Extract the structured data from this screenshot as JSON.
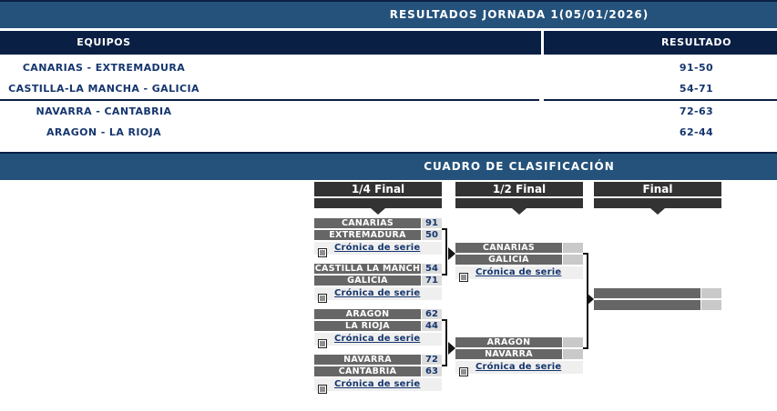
{
  "results": {
    "title": "RESULTADOS JORNADA 1(05/01/2026)",
    "columns": {
      "teams": "EQUIPOS",
      "result": "RESULTADO"
    },
    "rows": [
      {
        "teams": "CANARIAS - EXTREMADURA",
        "score": "91-50"
      },
      {
        "teams": "CASTILLA-LA MANCHA - GALICIA",
        "score": "54-71"
      },
      {
        "teams": "NAVARRA - CANTABRIA",
        "score": "72-63"
      },
      {
        "teams": "ARAGON - LA RIOJA",
        "score": "62-44"
      }
    ]
  },
  "bracket": {
    "title": "CUADRO DE CLASIFICACIÓN",
    "rounds": [
      "1/4 Final",
      "1/2 Final",
      "Final"
    ],
    "link_label": "Crónica de serie",
    "quarterfinals": [
      {
        "home": "CANARIAS",
        "away": "EXTREMADURA",
        "home_score": "91",
        "away_score": "50"
      },
      {
        "home": "CASTILLA LA MANCH",
        "away": "GALICIA",
        "home_score": "54",
        "away_score": "71"
      },
      {
        "home": "ARAGON",
        "away": "LA RIOJA",
        "home_score": "62",
        "away_score": "44"
      },
      {
        "home": "NAVARRA",
        "away": "CANTABRIA",
        "home_score": "72",
        "away_score": "63"
      }
    ],
    "semifinals": [
      {
        "home": "CANARIAS",
        "away": "GALICIA",
        "home_score": "",
        "away_score": ""
      },
      {
        "home": "ARAGON",
        "away": "NAVARRA",
        "home_score": "",
        "away_score": ""
      }
    ],
    "final": {
      "home": "",
      "away": "",
      "home_score": "",
      "away_score": ""
    }
  },
  "colors": {
    "accent_blue": "#24527B",
    "navy": "#0A1F44",
    "team_bar_gray": "#666666",
    "round_header_dark": "#333333",
    "score_box": "#DCDCDC",
    "link_row_bg": "#EFEFEF",
    "link_text": "#15366E"
  }
}
